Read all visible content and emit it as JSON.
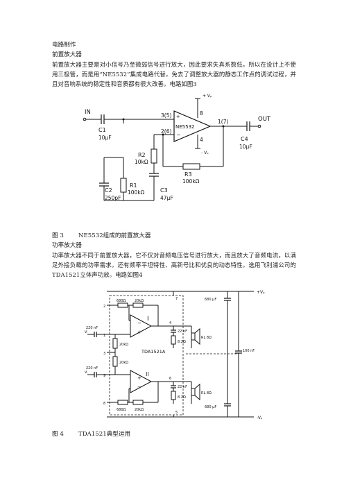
{
  "heading": "电路制作",
  "section1": {
    "title": "前置放大器",
    "paragraph": "前置放大器主要是对小信号乃至微弱信号进行放大，因此要求失真系数低，所以在设计上不使用三极管，而是用“NE5532”集成电路代替。免去了调整放大器的静态工作点的调试过程，并且对音响系统的稳定性和音质都有很大改善。电路如图3",
    "figure": {
      "caption_num": "图 3",
      "caption_text": "NE5532组成的前置放大器",
      "labels": {
        "in": "IN",
        "out": "OUT",
        "chip": "NE5532",
        "pin_plus": "3(5)",
        "pin_minus": "2(6)",
        "pin_out": "1(7)",
        "pin8": "8",
        "pin4": "4",
        "vp": "+ Vₚ",
        "vm": "- Vₚ",
        "c1": "C1",
        "c1v": "10μF",
        "r2": "R2",
        "r2v": "10kΩ",
        "r3": "R3",
        "r3v": "100kΩ",
        "c2": "C2",
        "c2v": "250pF",
        "r1": "R1",
        "r1v": "100kΩ",
        "c3": "C3",
        "c3v": "47μF",
        "c4": "C4",
        "c4v": "10μF"
      }
    }
  },
  "section2": {
    "title": "功率放大器",
    "paragraph": "功率放大器不同于前置放大器，它不仅对音频电压信号进行放大，而且放大了音频电流，以满足外接负载的功率需求。还有频率平坦特性、高新号比和优良的动态特性。选用飞利浦公司的TDA1521立体声功放。电路如图4",
    "figure": {
      "caption_num": "图 4",
      "caption_text": "TDA1521典型运用",
      "labels": {
        "chip": "TDA1521A",
        "amp1": "I",
        "amp2": "II",
        "vp": "+Vₚ",
        "vm": "-Vₚ",
        "r680a": "680Ω",
        "r20ka": "20kΩ",
        "r680b": "680Ω",
        "r20kb": "20kΩ",
        "r20kc": "20kΩ",
        "r20kd": "20kΩ",
        "c680a": "680 μF",
        "c680b": "680 μF",
        "c100n": "100 nF",
        "c220a": "220 nF",
        "c220b": "220 nF",
        "c22a": "22 nF",
        "c22b": "22 nF",
        "r82a": "8.2Ω",
        "r82b": "8.2Ω",
        "rl1": "RL 8Ω",
        "rl2": "RL 8Ω",
        "vi1": "Vᵢ",
        "vi2": "Vᵢ",
        "pin1": "1",
        "pin2": "2",
        "pin3": "3",
        "pin4": "4",
        "pin5": "5",
        "pin6": "6",
        "pin7": "7",
        "pin8": "8",
        "pin9": "9"
      }
    }
  }
}
